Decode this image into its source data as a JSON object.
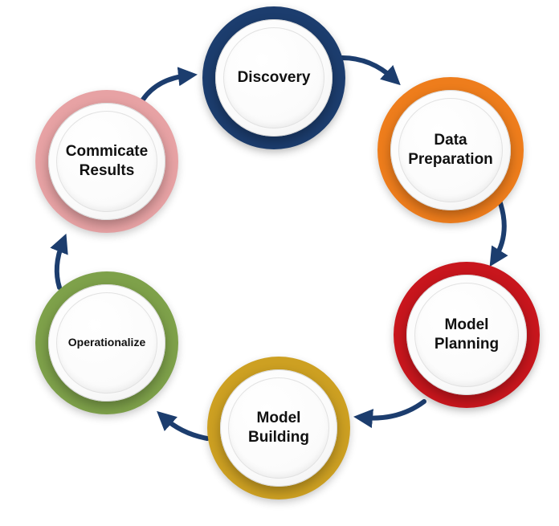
{
  "cycle": {
    "stages": [
      {
        "label": "Discovery",
        "color": "#1c3d6e"
      },
      {
        "label": "Data\nPreparation",
        "color": "#ee7d1c"
      },
      {
        "label": "Model\nPlanning",
        "color": "#c8161d"
      },
      {
        "label": "Model\nBuilding",
        "color": "#cda022"
      },
      {
        "label": "Operationalize",
        "color": "#7ea14a"
      },
      {
        "label": "Commicate\nResults",
        "color": "#e7a2a4"
      }
    ],
    "arrow_color": "#1c3d6e"
  }
}
